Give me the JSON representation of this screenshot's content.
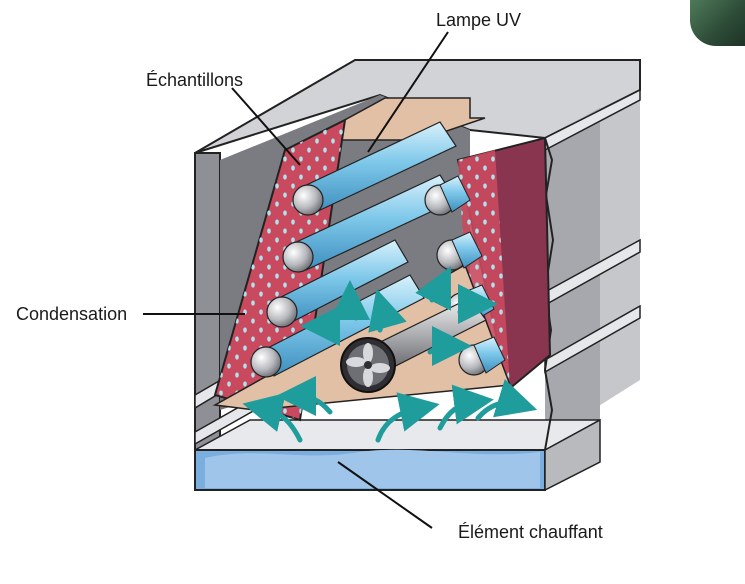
{
  "labels": {
    "lamp": "Lampe UV",
    "samples": "Échantillons",
    "condensation": "Condensation",
    "heater": "Élément chauffant"
  },
  "colors": {
    "samples_panel": "#c94a5e",
    "samples_panel_dark": "#8a3550",
    "lamp_blue": "#7ec8ea",
    "water": "#79aede",
    "steam_arrow": "#1f9c9c",
    "cabinet_grey": "#8d8f94",
    "cabinet_light": "#d8d9dc",
    "tan": "#e2c0a6"
  },
  "icons": {
    "fan": "fan-icon",
    "arrows": "steam-arrow-icon",
    "corner": "photo-thumbnail"
  }
}
